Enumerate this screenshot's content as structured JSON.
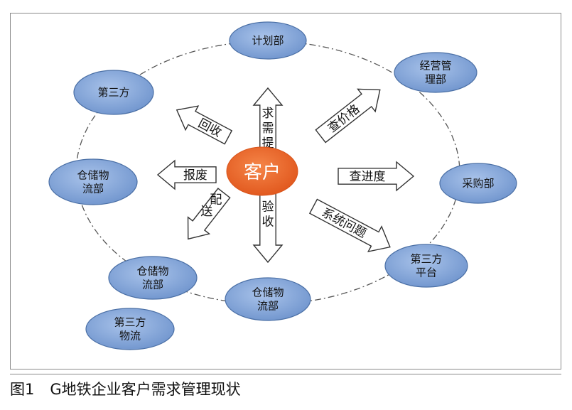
{
  "diagram": {
    "center": "客户",
    "nodes": [
      {
        "id": "plan",
        "lines": [
          "计划部"
        ]
      },
      {
        "id": "ops",
        "lines": [
          "经营管",
          "理部"
        ]
      },
      {
        "id": "purchase",
        "lines": [
          "采购部"
        ]
      },
      {
        "id": "platform",
        "lines": [
          "第三方",
          "平台"
        ]
      },
      {
        "id": "wh-bottom",
        "lines": [
          "仓储物",
          "流部"
        ]
      },
      {
        "id": "wh-left-bottom",
        "lines": [
          "仓储物",
          "流部"
        ]
      },
      {
        "id": "third-logistics",
        "lines": [
          "第三方",
          "物流"
        ]
      },
      {
        "id": "wh-left",
        "lines": [
          "仓储物",
          "流部"
        ]
      },
      {
        "id": "third-left",
        "lines": [
          "第三方"
        ]
      }
    ],
    "arrows": [
      {
        "id": "up",
        "label": "提需求"
      },
      {
        "id": "upper-right",
        "label": "查价格"
      },
      {
        "id": "right",
        "label": "查进度"
      },
      {
        "id": "lower-right",
        "label": "系统问题"
      },
      {
        "id": "down",
        "label": "验收"
      },
      {
        "id": "lower-left",
        "label": "配送"
      },
      {
        "id": "left",
        "label": "报废"
      },
      {
        "id": "upper-left",
        "label": "回收"
      }
    ],
    "colors": {
      "node_fill": "#7da1d6",
      "node_stroke": "#4a6fa5",
      "center_fill": "#ee6a2c",
      "arrow_fill": "#ffffff",
      "arrow_stroke": "#333333",
      "ring": "#555555"
    }
  },
  "caption": {
    "number": "图1",
    "text": "G地铁企业客户需求管理现状"
  }
}
